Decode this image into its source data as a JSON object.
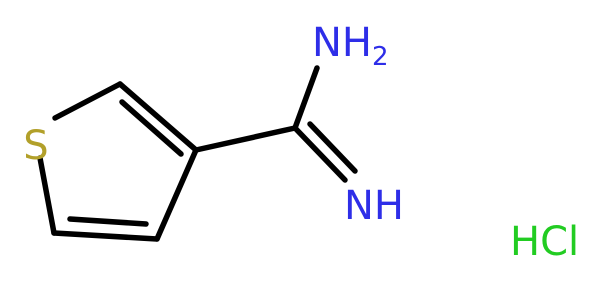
{
  "molecule": {
    "atoms": {
      "sulfur": {
        "symbol": "S",
        "color": "#B2A02A"
      },
      "amine": {
        "symbol": "NH",
        "subscript": "2",
        "color": "#2E2EE8"
      },
      "imine": {
        "symbol": "NH",
        "color": "#2E2EE8"
      }
    },
    "salt": {
      "label": "HCl",
      "color": "#22CC22"
    },
    "bond_color": "#000000"
  }
}
